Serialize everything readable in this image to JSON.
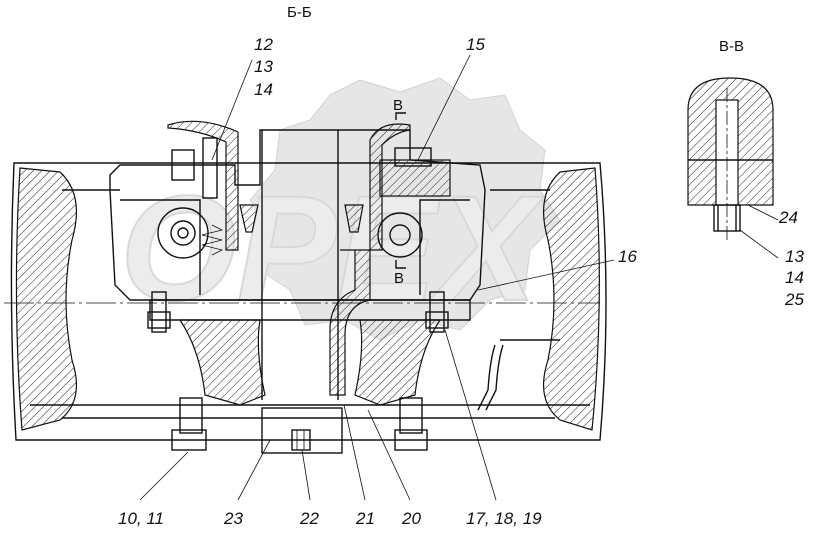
{
  "section_labels": {
    "main": "Б-Б",
    "detail": "В-В",
    "cut_mark_top": "В",
    "cut_mark_bottom": "В"
  },
  "watermark": "OPEX",
  "callouts": {
    "top_left": [
      "12",
      "13",
      "14"
    ],
    "top_right": "15",
    "right_mid": "16",
    "detail": [
      "24",
      "13",
      "14",
      "25"
    ],
    "bottom": [
      "10, 11",
      "23",
      "22",
      "21",
      "20",
      "17, 18, 19"
    ]
  }
}
